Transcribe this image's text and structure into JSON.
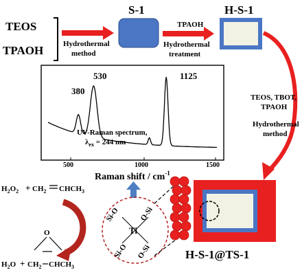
{
  "reagents": [
    "TEOS",
    "TPAOH"
  ],
  "step1": {
    "line1": "Hydrothermal",
    "line2": "method"
  },
  "s1_label": "S-1",
  "step2": {
    "top": "TPAOH",
    "line1": "Hydrothermal",
    "line2": "treatment"
  },
  "hs1_label": "H-S-1",
  "step3": {
    "line1": "TEOS, TBOT,",
    "line2": "TPAOH",
    "line3": "Hydrothermal",
    "line4": "method"
  },
  "product_label": "H-S-1@TS-1",
  "spectrum": {
    "xlabel": "Raman shift / cm",
    "xlabel_sup": "-1",
    "ticks": [
      "500",
      "1000",
      "1500"
    ],
    "peaks": [
      "380",
      "530",
      "1125"
    ],
    "legend_line1": "UV-Raman spectrum,",
    "legend_line2_prefix": "λ",
    "legend_line2_sub": "ex",
    "legend_line2_suffix": " = 244 nm"
  },
  "reaction": {
    "reactant_h2o2": "H",
    "reactant_h2o2_sub": "2",
    "reactant_o2": "O",
    "reactant_o2_sub": "2",
    "plus": "+",
    "propene_ch2": "CH",
    "propene_sub": "2",
    "propene_rest": "CHCH",
    "propene_sub3": "3",
    "product_h2o": "H",
    "product_h2o_sub": "2",
    "product_o": "O",
    "product_ch2": "CH",
    "product_ch_rest": "CHCH",
    "epoxide_o": "O"
  },
  "ti_site": {
    "center": "Ti",
    "bonds": [
      "Si-O",
      "O-Si",
      "Si-O",
      "O-Si"
    ]
  },
  "colors": {
    "arrow_red": "#e8201f",
    "blue_box": "#4a76c4",
    "shell_red": "#e8201f",
    "light_fill": "#f2f2e4",
    "dome_arrow": "#4e7fc2"
  }
}
